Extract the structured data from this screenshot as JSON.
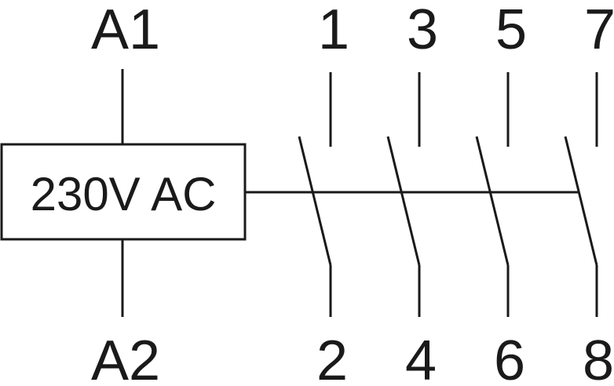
{
  "coil": {
    "top_terminal": "A1",
    "bottom_terminal": "A2",
    "rating": "230V AC"
  },
  "contacts": [
    {
      "top": "1",
      "bottom": "2"
    },
    {
      "top": "3",
      "bottom": "4"
    },
    {
      "top": "5",
      "bottom": "6"
    },
    {
      "top": "7",
      "bottom": "8"
    }
  ]
}
